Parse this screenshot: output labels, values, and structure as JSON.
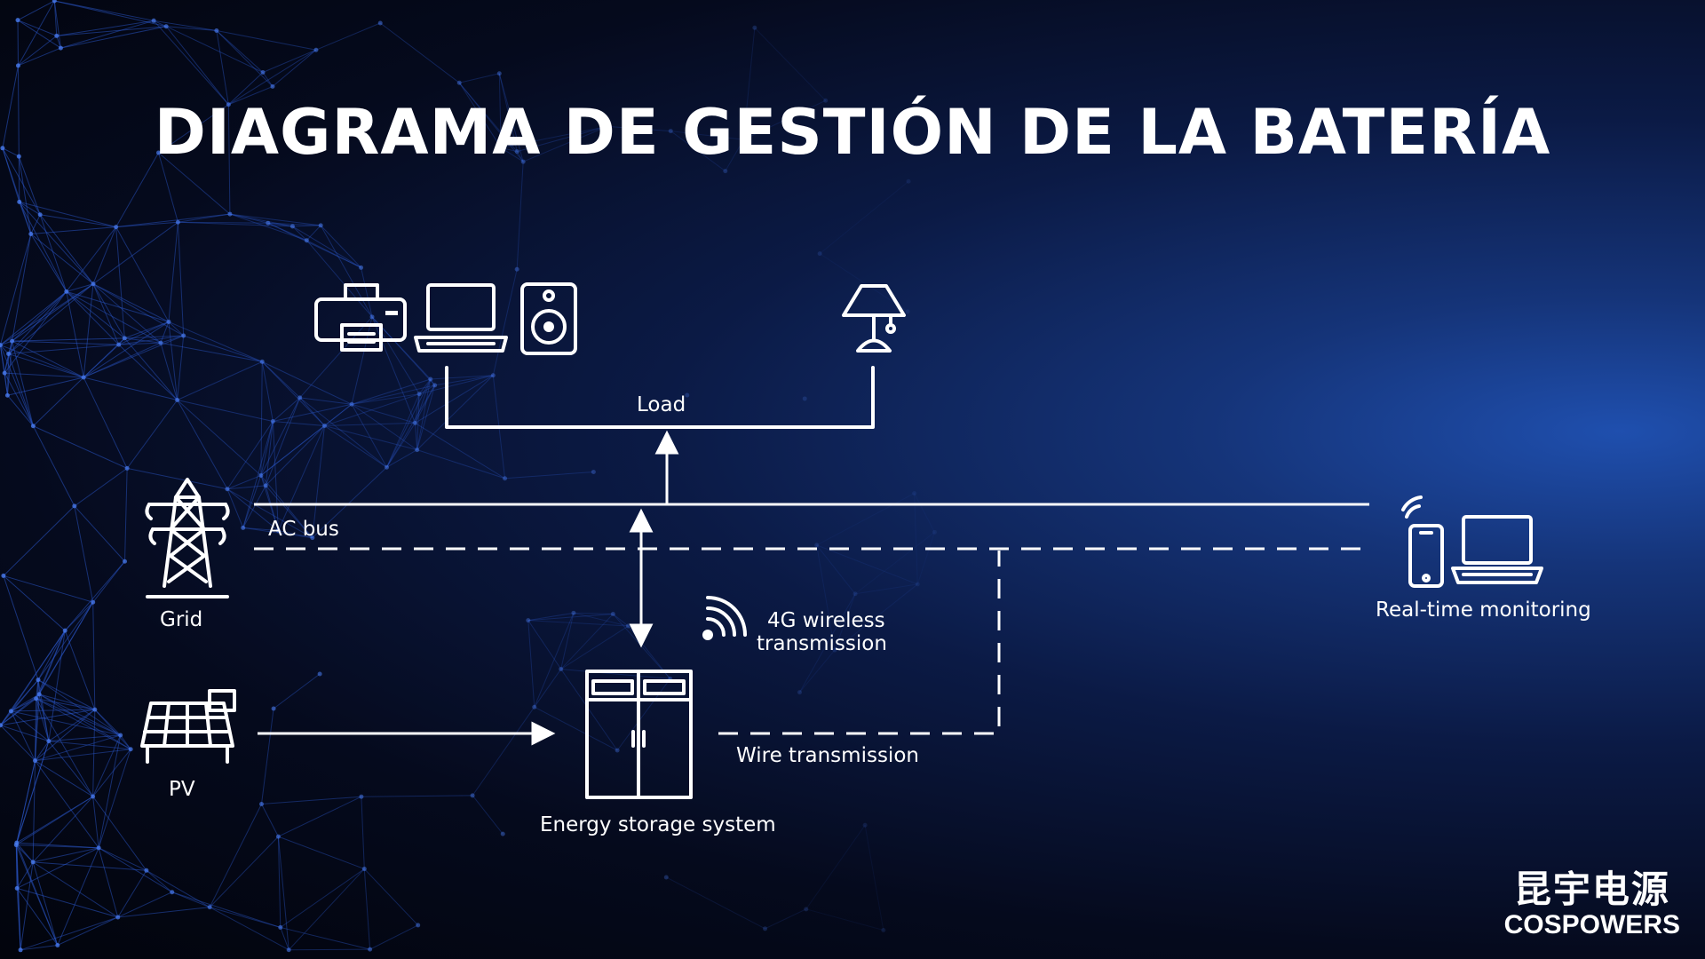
{
  "title": "DIAGRAMA DE GESTIÓN DE LA BATERÍA",
  "nodes": {
    "load": "Load",
    "ac_bus": "AC bus",
    "grid": "Grid",
    "pv": "PV",
    "energy_storage": "Energy storage system",
    "wireless_line1": "4G wireless",
    "wireless_line2": "transmission",
    "wire_transmission": "Wire transmission",
    "monitoring": "Real-time monitoring"
  },
  "icons": [
    "printer-icon",
    "laptop-icon",
    "speaker-icon",
    "lamp-icon",
    "transmission-tower-icon",
    "solar-panel-icon",
    "energy-storage-cabinet-icon",
    "wireless-signal-icon",
    "smartphone-icon",
    "monitoring-laptop-icon"
  ],
  "brand": {
    "chinese": "昆宇电源",
    "english": "COSPOWERS"
  },
  "colors": {
    "background_dark": "#02040c",
    "background_glow": "#1f4fae",
    "network_line": "#2a56c8",
    "foreground": "#ffffff"
  }
}
